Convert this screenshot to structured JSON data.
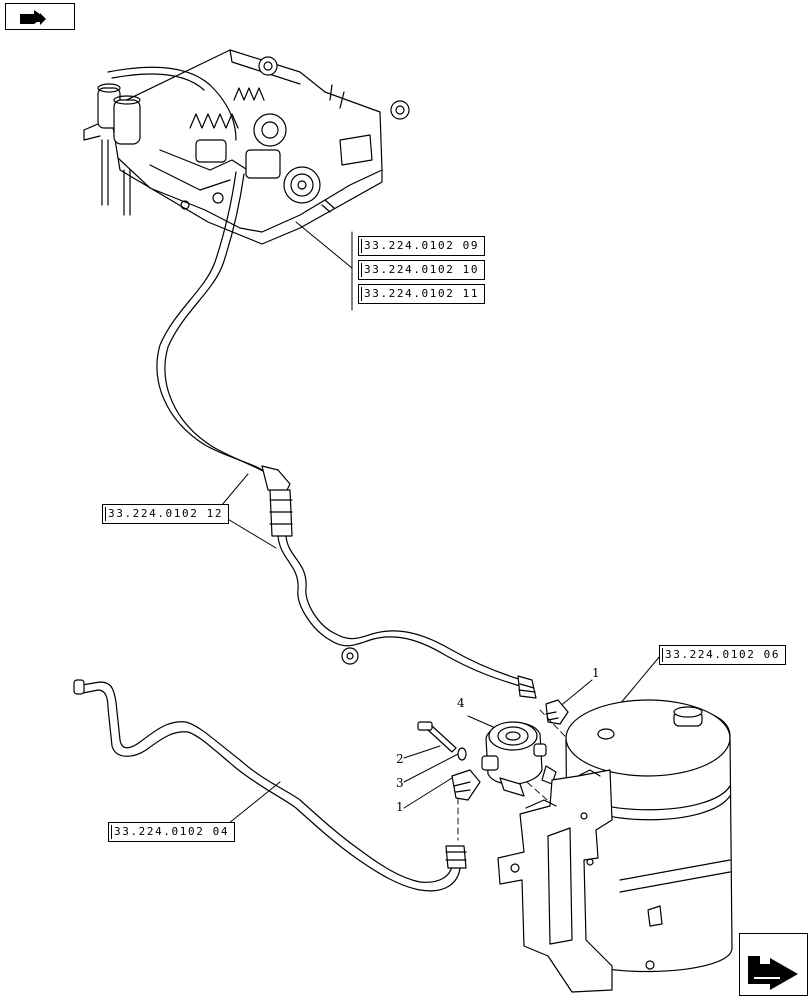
{
  "references": {
    "ref_09": "33.224.0102 09",
    "ref_10": "33.224.0102 10",
    "ref_11": "33.224.0102 11",
    "ref_12": "33.224.0102 12",
    "ref_06": "33.224.0102 06",
    "ref_04": "33.224.0102 04"
  },
  "callouts": {
    "item_1_upper": "1",
    "item_4": "4",
    "item_2": "2",
    "item_3": "3",
    "item_1_lower": "1"
  },
  "nav": {
    "prev_icon": "arrow-back-icon",
    "next_icon": "arrow-next-icon"
  },
  "colors": {
    "line": "#000000",
    "background": "#ffffff"
  }
}
